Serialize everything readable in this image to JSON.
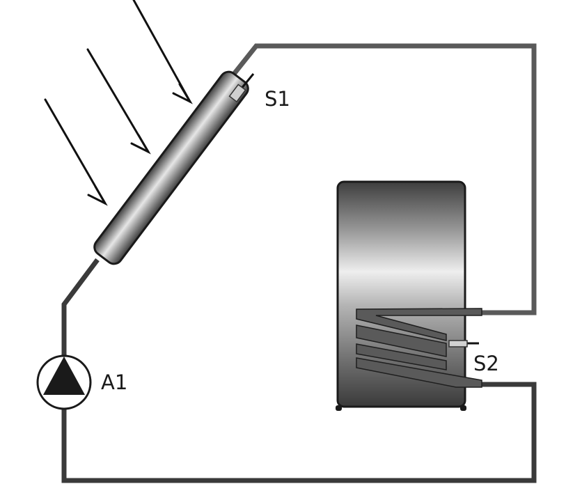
{
  "labels": {
    "sensor_collector": "S1",
    "sensor_tank": "S2",
    "pump": "A1"
  },
  "colors": {
    "hot_pipe": "#5a5a5a",
    "return_pipe": "#3a3a3a",
    "outline": "#1a1a1a",
    "arrow": "#111111",
    "background": "#ffffff"
  }
}
